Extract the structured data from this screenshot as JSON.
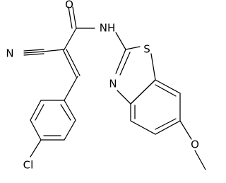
{
  "molecule": {
    "atoms": {
      "oxygen_carbonyl": "O",
      "nitrogen_amide": "NH",
      "nitrogen_nitrile": "N",
      "nitrogen_thiazole": "N",
      "sulfur": "S",
      "chlorine": "Cl",
      "oxygen_methoxy": "O"
    },
    "colors": {
      "bond": "#000000",
      "label": "#000000",
      "background": "#ffffff"
    }
  }
}
